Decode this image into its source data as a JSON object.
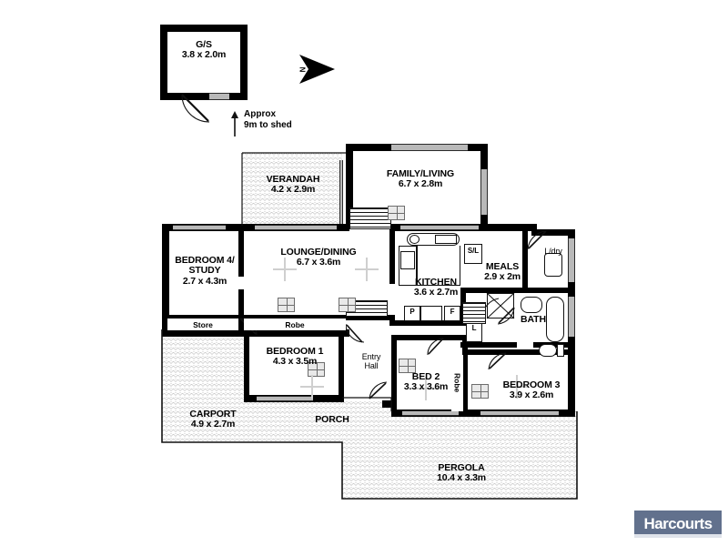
{
  "document": {
    "type": "real-estate-floor-plan",
    "brand": "Harcourts"
  },
  "annotations": {
    "north_label": "N",
    "approx_note_line1": "Approx",
    "approx_note_line2": "9m to shed"
  },
  "shed": {
    "name": "G/S",
    "dimensions": "3.8 x 2.0m"
  },
  "rooms": [
    {
      "key": "verandah",
      "name": "VERANDAH",
      "dimensions": "4.2 x 2.9m"
    },
    {
      "key": "family_living",
      "name": "FAMILY/LIVING",
      "dimensions": "6.7 x 2.8m"
    },
    {
      "key": "bedroom4",
      "name": "BEDROOM 4/",
      "name2": "STUDY",
      "dimensions": "2.7 x 4.3m"
    },
    {
      "key": "lounge_dining",
      "name": "LOUNGE/DINING",
      "dimensions": "6.7 x 3.6m"
    },
    {
      "key": "kitchen",
      "name": "KITCHEN",
      "dimensions": "3.6 x 2.7m"
    },
    {
      "key": "meals",
      "name": "MEALS",
      "dimensions": "2.9 x 2m"
    },
    {
      "key": "laundry",
      "name": "L/dry",
      "dimensions": ""
    },
    {
      "key": "bath",
      "name": "BATH",
      "dimensions": ""
    },
    {
      "key": "bedroom1",
      "name": "BEDROOM 1",
      "dimensions": "4.3 x 3.5m"
    },
    {
      "key": "entry_hall",
      "name": "Entry",
      "name2": "Hall",
      "dimensions": ""
    },
    {
      "key": "bed2",
      "name": "BED 2",
      "dimensions": "3.3 x 3.6m"
    },
    {
      "key": "bedroom3",
      "name": "BEDROOM 3",
      "dimensions": "3.9 x 2.6m"
    },
    {
      "key": "carport",
      "name": "CARPORT",
      "dimensions": "4.9 x 2.7m"
    },
    {
      "key": "porch",
      "name": "PORCH",
      "dimensions": ""
    },
    {
      "key": "pergola",
      "name": "PERGOLA",
      "dimensions": "10.4 x 3.3m"
    }
  ],
  "storage_labels": {
    "store": "Store",
    "robe_lounge": "Robe",
    "robe_bed2": "Robe"
  },
  "fixture_labels": {
    "pantry": "P",
    "fridge": "F",
    "sink_laundry": "S/L",
    "linen": "L"
  },
  "colors": {
    "wall": "#000000",
    "window": "#b9b9b9",
    "hatch": "#6f6f6f",
    "brand": "#62718d",
    "marker": "#cfcfcf"
  }
}
